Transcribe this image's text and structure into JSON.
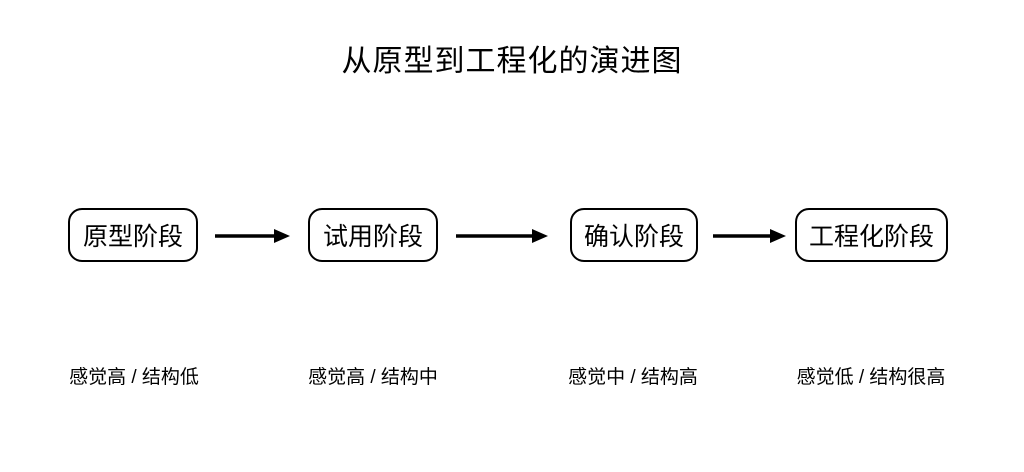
{
  "title": "从原型到工程化的演进图",
  "stages": [
    {
      "label": "原型阶段",
      "metric": "感觉高 / 结构低"
    },
    {
      "label": "试用阶段",
      "metric": "感觉高 / 结构中"
    },
    {
      "label": "确认阶段",
      "metric": "感觉中 / 结构高"
    },
    {
      "label": "工程化阶段",
      "metric": "感觉低 / 结构很高"
    }
  ],
  "colors": {
    "foreground": "#000000",
    "background": "#ffffff"
  }
}
